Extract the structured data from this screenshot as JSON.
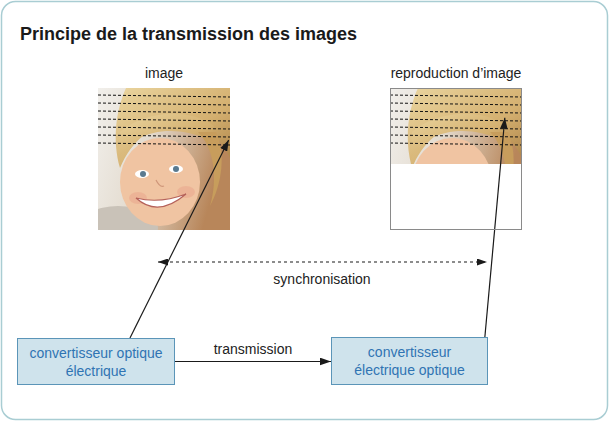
{
  "diagram": {
    "title": "Principe de la transmission des images",
    "nodes": [
      {
        "text": [
          "image"
        ]
      },
      {
        "text": [
          "reproduction d’image"
        ]
      },
      {
        "text": [
          "convertisseur optique électrique"
        ]
      },
      {
        "text": [
          "convertisseur électrique optique"
        ]
      }
    ],
    "edges": [
      {
        "from": 2,
        "to": 0,
        "arrow": "to"
      },
      {
        "from": 3,
        "to": 1,
        "arrow": "to"
      },
      {
        "from": 2,
        "to": 3,
        "label": "transmission",
        "arrow": "to"
      }
    ],
    "labels": [
      "synchronisation"
    ]
  }
}
